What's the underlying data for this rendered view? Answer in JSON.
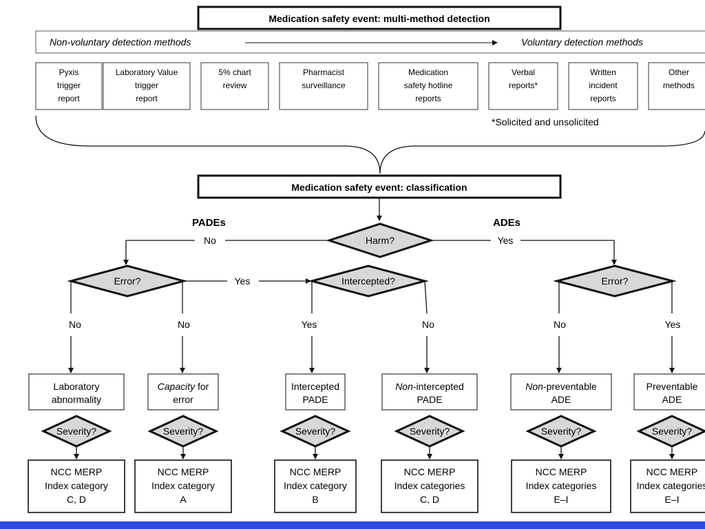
{
  "detection": {
    "title": "Medication safety event: multi-method detection",
    "left_label": "Non-voluntary detection methods",
    "right_label": "Voluntary detection methods",
    "methods": [
      {
        "lines": [
          "Pyxis",
          "trigger",
          "report"
        ]
      },
      {
        "lines": [
          "Laboratory Value",
          "trigger",
          "report"
        ]
      },
      {
        "lines": [
          "5% chart",
          "review"
        ]
      },
      {
        "lines": [
          "Pharmacist",
          "surveillance"
        ]
      },
      {
        "lines": [
          "Medication",
          "safety hotline",
          "reports"
        ]
      },
      {
        "lines": [
          "Verbal",
          "reports*"
        ]
      },
      {
        "lines": [
          "Written",
          "incident",
          "reports"
        ]
      },
      {
        "lines": [
          "Other",
          "methods"
        ]
      }
    ],
    "footnote": "*Solicited and unsolicited"
  },
  "classification": {
    "title": "Medication safety event: classification",
    "pades_label": "PADEs",
    "ades_label": "ADEs",
    "harm": "Harm?",
    "harm_no": "No",
    "harm_yes": "Yes",
    "error_left": "Error?",
    "error_left_yes": "Yes",
    "intercepted": "Intercepted?",
    "error_right": "Error?",
    "branches": {
      "lab_no": "No",
      "capacity_no": "No",
      "intercepted_yes": "Yes",
      "intercepted_no": "No",
      "error_right_no": "No",
      "error_right_yes": "Yes"
    },
    "outcomes": [
      {
        "lines": [
          "Laboratory",
          "abnormality"
        ],
        "italic_prefix": ""
      },
      {
        "lines": [
          "Capacity",
          "for",
          "error"
        ],
        "italic_prefix": "Capacity"
      },
      {
        "lines": [
          "Intercepted",
          "PADE"
        ],
        "italic_prefix": ""
      },
      {
        "lines": [
          "Non",
          "-intercepted",
          "PADE"
        ],
        "italic_prefix": "Non"
      },
      {
        "lines": [
          "Non",
          "-preventable",
          "ADE"
        ],
        "italic_prefix": "Non"
      },
      {
        "lines": [
          "Preventable",
          "ADE"
        ],
        "italic_prefix": ""
      }
    ],
    "severity": "Severity?",
    "categories": [
      {
        "lines": [
          "NCC MERP",
          "Index category",
          "C, D"
        ]
      },
      {
        "lines": [
          "NCC MERP",
          "Index category",
          "A"
        ]
      },
      {
        "lines": [
          "NCC MERP",
          "Index category",
          "B"
        ]
      },
      {
        "lines": [
          "NCC MERP",
          "Index categories",
          "C, D"
        ]
      },
      {
        "lines": [
          "NCC MERP",
          "Index categories",
          "E–I"
        ]
      },
      {
        "lines": [
          "NCC MERP",
          "Index categories",
          "E–I"
        ]
      }
    ]
  },
  "colors": {
    "stroke": "#111111",
    "diamond_fill": "#d8d8d8",
    "bottom_bar": "#2b49e0"
  }
}
